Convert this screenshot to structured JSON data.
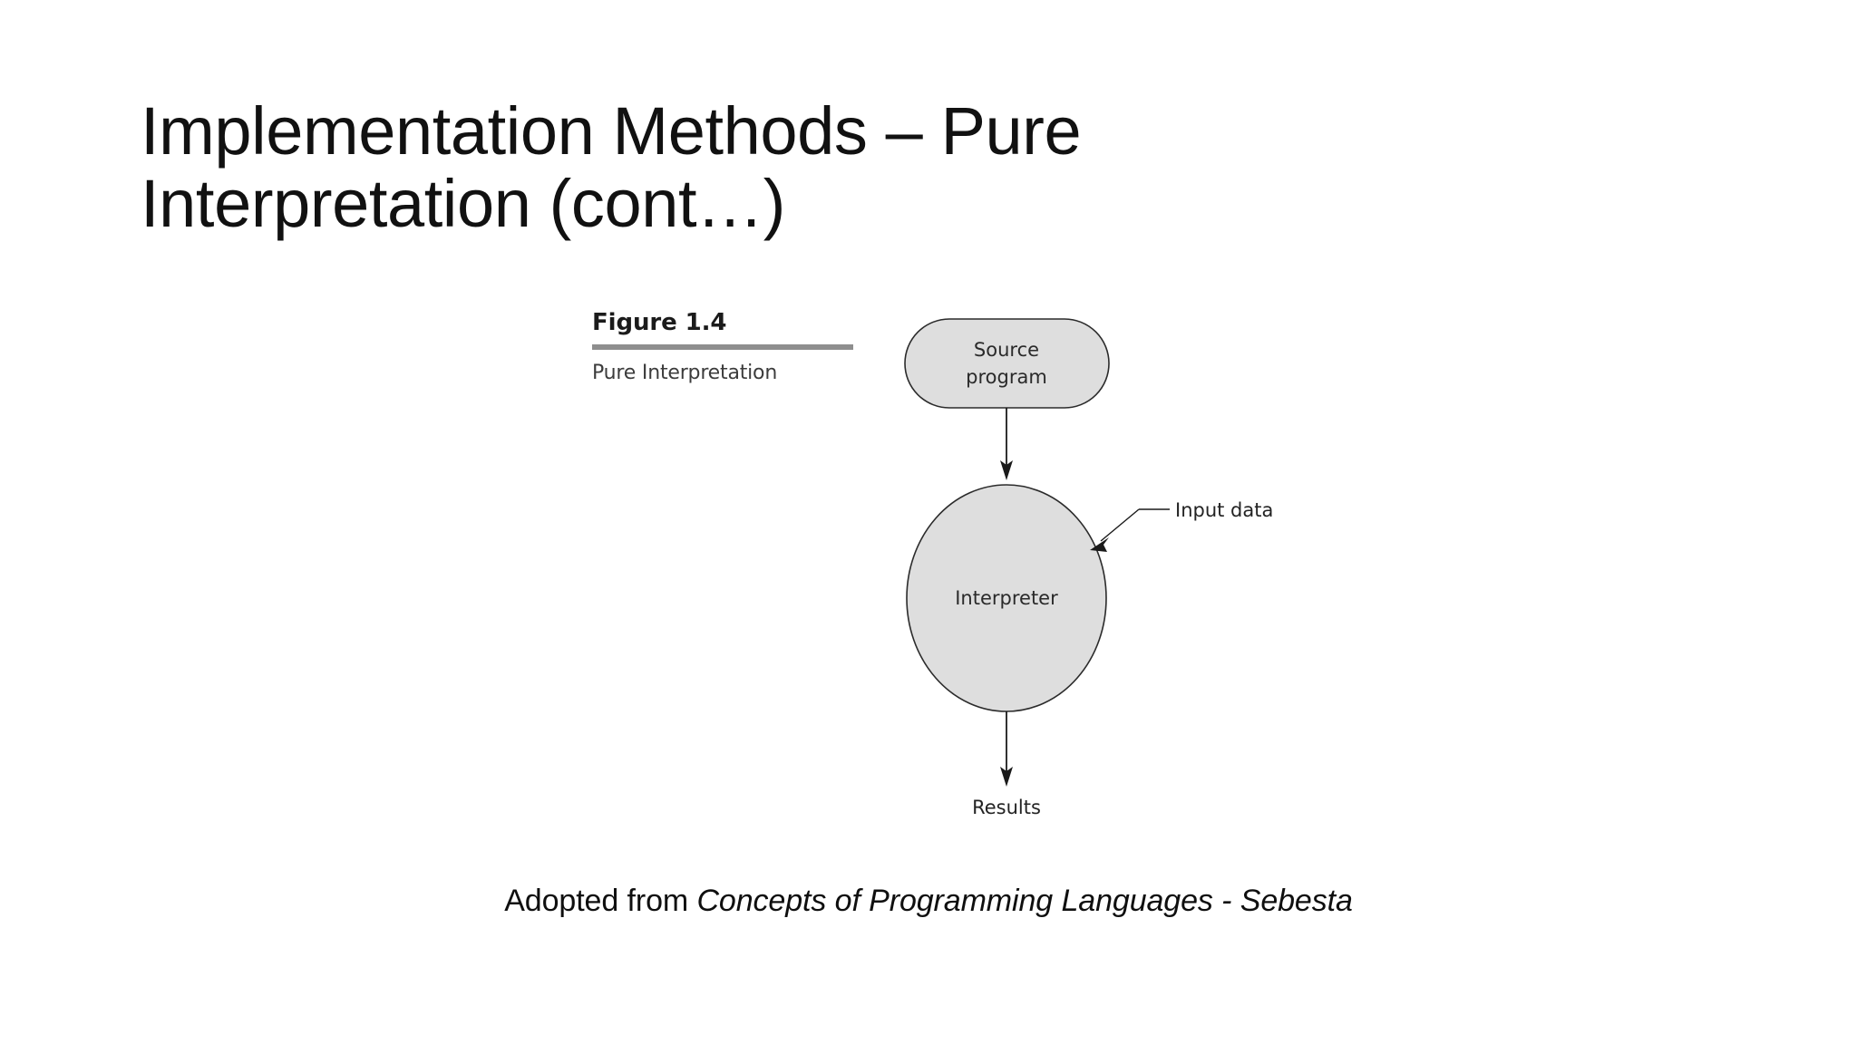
{
  "slide": {
    "background_color": "#ffffff",
    "title": "Implementation Methods – Pure Interpretation (cont…)"
  },
  "figure": {
    "number": "Figure 1.4",
    "subtitle": "Pure Interpretation",
    "rule_color": "#8e8e8e"
  },
  "diagram": {
    "type": "flowchart",
    "node_fill": "#dedede",
    "node_stroke": "#2b2b2b",
    "nodes": [
      {
        "id": "source-program",
        "shape": "stadium",
        "label": "Source\nprogram",
        "line1": "Source",
        "line2": "program"
      },
      {
        "id": "interpreter",
        "shape": "ellipse",
        "label": "Interpreter"
      }
    ],
    "labels": [
      {
        "id": "input-data",
        "text": "Input data"
      },
      {
        "id": "results",
        "text": "Results"
      }
    ],
    "edges": [
      {
        "from": "source-program",
        "to": "interpreter",
        "style": "arrow-down"
      },
      {
        "from": "input-data",
        "to": "interpreter",
        "style": "arrow-diagonal"
      },
      {
        "from": "interpreter",
        "to": "results",
        "style": "arrow-down"
      }
    ]
  },
  "credit": {
    "prefix": "Adopted from ",
    "book_title": "Concepts of Programming Languages - Sebesta"
  }
}
